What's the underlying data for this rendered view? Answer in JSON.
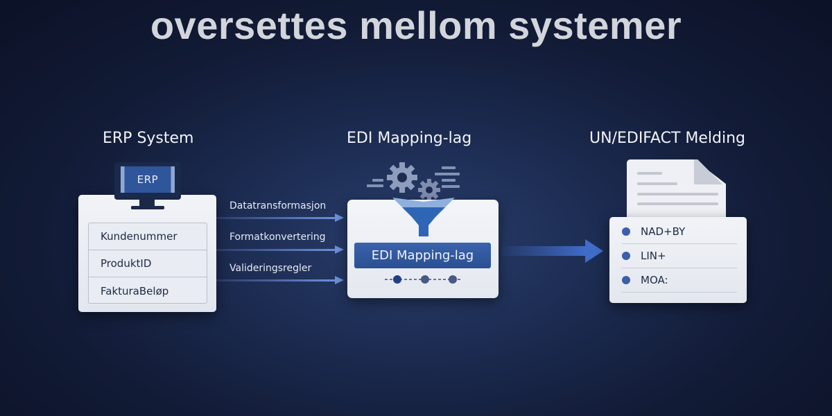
{
  "title": "oversettes mellom systemer",
  "columns": {
    "erp": {
      "heading": "ERP System",
      "monitor_label": "ERP",
      "fields": [
        "Kundenummer",
        "ProduktID",
        "FakturaBeløp"
      ]
    },
    "mapping": {
      "heading": "EDI Mapping-lag",
      "band_label": "EDI Mapping-lag",
      "flows": [
        "Datatransformasjon",
        "Formatkonvertering",
        "Valideringsregler"
      ]
    },
    "edifact": {
      "heading": "UN/EDIFACT Melding",
      "segments": [
        "NAD+BY",
        "LIN+",
        "MOA:"
      ]
    }
  },
  "icons": {
    "monitor": "computer-monitor-icon",
    "gears": "gears-icon",
    "funnel": "funnel-icon",
    "document": "document-icon",
    "arrow": "arrow-right-icon"
  },
  "colors": {
    "background": "#121b36",
    "accent": "#3a62ab",
    "card": "#eef0f5",
    "title_text": "#d2d5db"
  }
}
